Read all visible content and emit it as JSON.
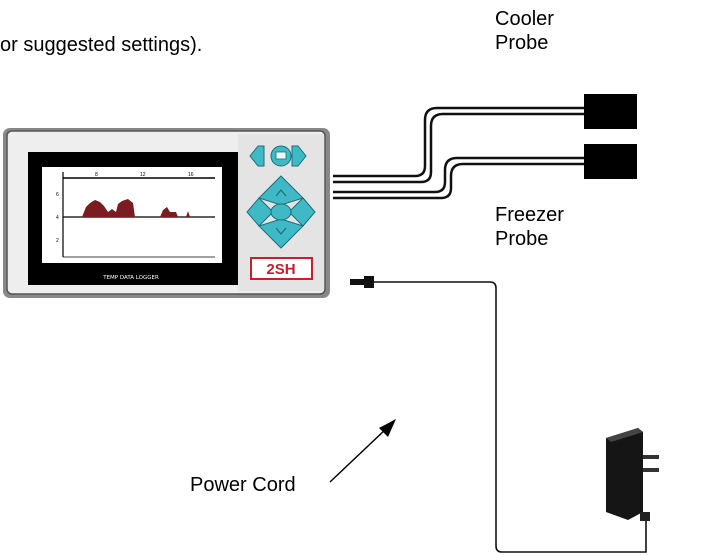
{
  "intro_text": "or suggested settings).",
  "labels": {
    "cooler_line1": "Cooler",
    "cooler_line2": "Probe",
    "freezer_line1": "Freezer",
    "freezer_line2": "Probe",
    "power_cord": "Power Cord"
  },
  "device": {
    "logo_text": "2SH",
    "screen_footer": "TEMP DATA LOGGER",
    "chart_ticks_top": [
      "8",
      "12",
      "16"
    ],
    "chart_ticks_left": [
      "6",
      "4",
      "2"
    ],
    "keypad_icons": [
      "left-arrow-icon",
      "menu-icon",
      "right-arrow-icon",
      "up-arrow-icon",
      "left-arrow-icon",
      "enter-icon",
      "down-arrow-icon"
    ]
  },
  "colors": {
    "device_body": "#eeeeee",
    "keypad_teal": "#3fb9c6",
    "logo_red": "#c8202a",
    "chart_series": "#7a1c22",
    "cable": "#111111"
  }
}
